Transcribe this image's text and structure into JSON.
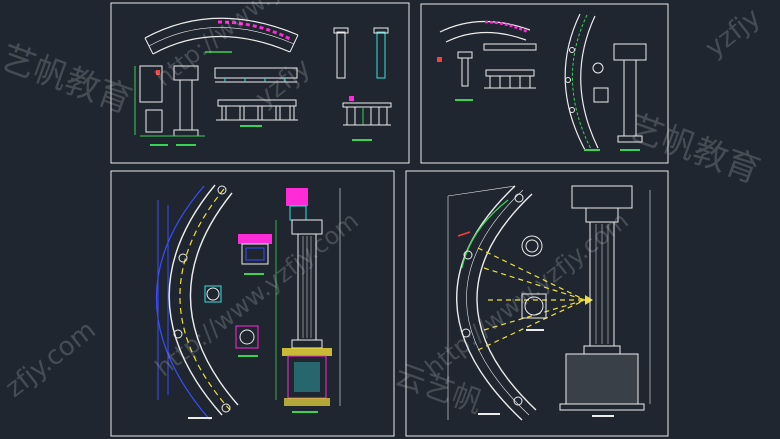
{
  "colors": {
    "background": "#1f262f",
    "frame": "#e8e8e8",
    "line_white": "#ececec",
    "line_green": "#39d353",
    "line_magenta": "#ff2bd6",
    "line_cyan": "#36e0e0",
    "line_blue": "#3a4cff",
    "line_yellow": "#f2e03a",
    "line_red": "#ff3b3b",
    "watermark": "rgba(205,212,220,0.22)"
  },
  "watermarks": {
    "site_url_1": "http://www.yzfjy.com",
    "site_url_2": "http://www.yzfjy.com",
    "site_url_3": "http://www.yzfjy.com",
    "site_short": "yzfjy",
    "brand_1": "艺帆教育",
    "brand_2": "艺帆教育",
    "brand_3": "云艺帆",
    "edge_left": "zfjy.com",
    "edge_right": "yzfjy"
  },
  "panels": [
    {
      "name": "top-left-sheet",
      "content": "arc colonnade plan, column details, elevations"
    },
    {
      "name": "top-right-sheet",
      "content": "arc colonnade plan and column elevation"
    },
    {
      "name": "bottom-left-sheet",
      "content": "arc plan with column bases and column section"
    },
    {
      "name": "bottom-right-sheet",
      "content": "arc plan with yellow callouts and column elevation"
    }
  ]
}
